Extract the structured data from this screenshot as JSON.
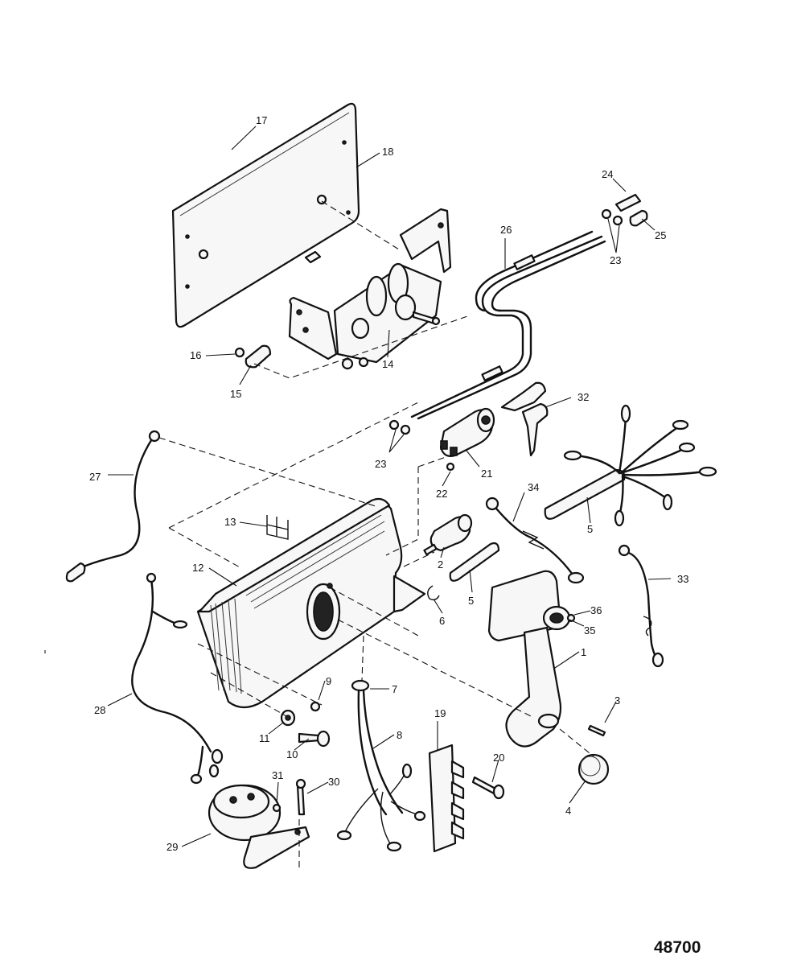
{
  "figure_id": "48700",
  "callouts": [
    {
      "n": "17"
    },
    {
      "n": "18"
    },
    {
      "n": "24"
    },
    {
      "n": "25"
    },
    {
      "n": "26"
    },
    {
      "n": "23"
    },
    {
      "n": "16"
    },
    {
      "n": "15"
    },
    {
      "n": "14"
    },
    {
      "n": "32"
    },
    {
      "n": "23"
    },
    {
      "n": "21"
    },
    {
      "n": "22"
    },
    {
      "n": "27"
    },
    {
      "n": "34"
    },
    {
      "n": "5"
    },
    {
      "n": "13"
    },
    {
      "n": "2"
    },
    {
      "n": "5"
    },
    {
      "n": "12"
    },
    {
      "n": "6"
    },
    {
      "n": "33"
    },
    {
      "n": "36"
    },
    {
      "n": "35"
    },
    {
      "n": "1"
    },
    {
      "n": "7"
    },
    {
      "n": "9"
    },
    {
      "n": "28"
    },
    {
      "n": "3"
    },
    {
      "n": "11"
    },
    {
      "n": "8"
    },
    {
      "n": "10"
    },
    {
      "n": "19"
    },
    {
      "n": "20"
    },
    {
      "n": "31"
    },
    {
      "n": "30"
    },
    {
      "n": "4"
    },
    {
      "n": "29"
    }
  ]
}
